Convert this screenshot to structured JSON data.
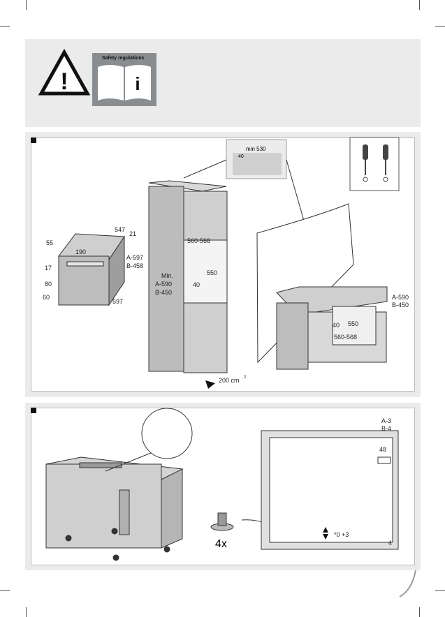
{
  "safety": {
    "manual_title": "Safety regulations",
    "info_glyph": "i",
    "warning_glyph": "!",
    "icons": [
      "warning-triangle-icon",
      "manual-info-icon"
    ]
  },
  "fig1": {
    "oven_dims": {
      "w": "547",
      "d1": "21",
      "side": "55",
      "top": "190",
      "h_a": "A-597",
      "h_b": "B-458",
      "left1": "17",
      "left2": "80",
      "left3": "60",
      "width": "597"
    },
    "column": {
      "top_width": "560-568",
      "depth": "550",
      "min": "Min.",
      "min_a": "A-590",
      "min_b": "B-450",
      "gap": "40",
      "vent": "200 cm"
    },
    "vent_sup": "2",
    "detail": {
      "min": "min 530",
      "gap": "40"
    },
    "counter": {
      "depth": "550",
      "gap": "40",
      "width": "560-568",
      "h_a": "A-590",
      "h_b": "B-450"
    },
    "tools_icons": [
      "flat-screwdriver-icon",
      "phillips-screwdriver-icon"
    ]
  },
  "fig2": {
    "feet": "4x",
    "dims": {
      "a": "A-3",
      "b": "B-4",
      "w": "48",
      "bottom": "4",
      "adjust": "*0 +3"
    }
  }
}
